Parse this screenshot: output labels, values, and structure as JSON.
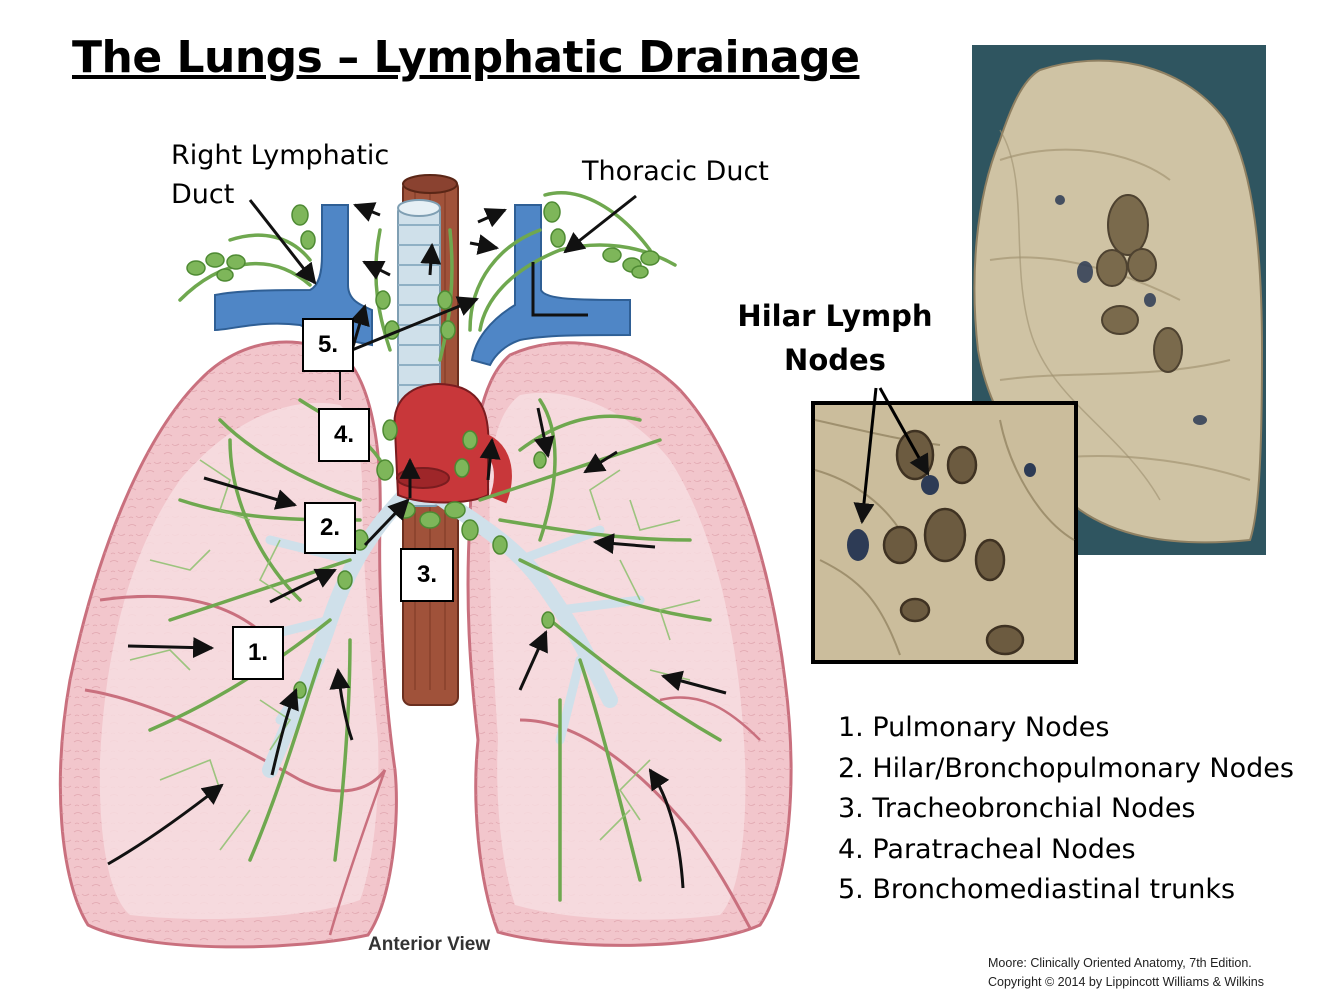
{
  "title": "The Lungs – Lymphatic Drainage",
  "labels": {
    "right_lymphatic_duct_line1": "Right Lymphatic",
    "right_lymphatic_duct_line2": "Duct",
    "thoracic_duct": "Thoracic Duct",
    "hilar_line1": "Hilar Lymph",
    "hilar_line2": "Nodes",
    "view": "Anterior View"
  },
  "markers": [
    "1.",
    "2.",
    "3.",
    "4.",
    "5."
  ],
  "legend": [
    "1. Pulmonary Nodes",
    "2. Hilar/Bronchopulmonary Nodes",
    "3. Tracheobronchial Nodes",
    "4. Paratracheal Nodes",
    "5. Bronchomediastinal trunks"
  ],
  "credit": {
    "line1": "Moore: Clinically Oriented Anatomy, 7th Edition.",
    "line2": "Copyright © 2014 by Lippincott Williams & Wilkins"
  },
  "colors": {
    "lung_fill": "#f2c6cc",
    "lung_edge": "#c9707e",
    "lymph_green": "#6fa84f",
    "vein_blue": "#4f86c6",
    "aorta_red": "#c8373a",
    "esophagus_brown": "#a0523a",
    "trachea_blue": "#cfe0ea",
    "photo_teal": "#2f5560",
    "specimen_tan": "#cfc3a4"
  }
}
